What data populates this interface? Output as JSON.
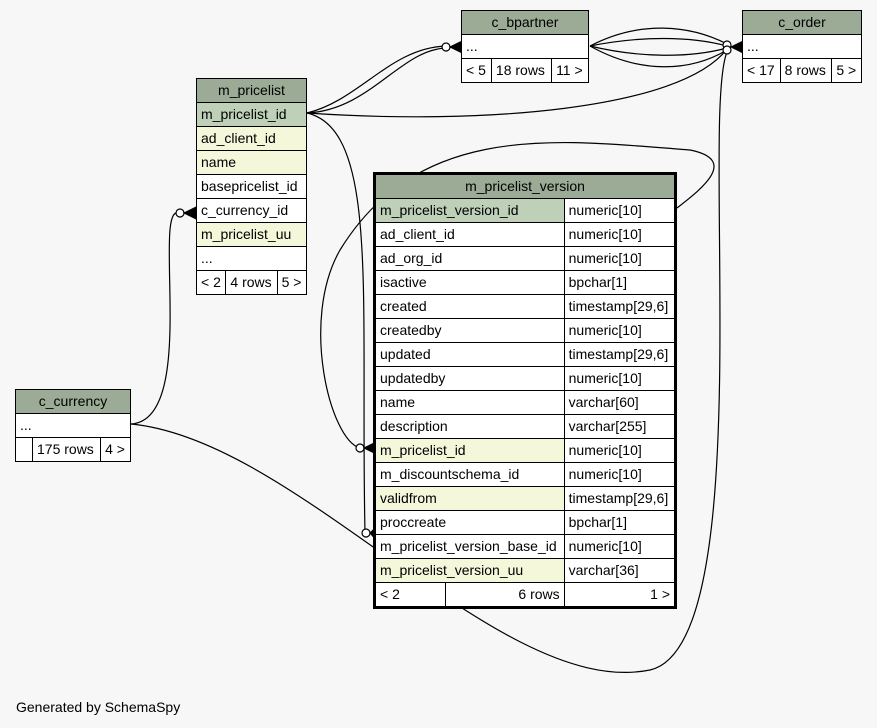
{
  "footer": "Generated by SchemaSpy",
  "c_bpartner": {
    "name": "c_bpartner",
    "ellipsis": "...",
    "parents": "< 5",
    "rows": "18 rows",
    "children": "11 >"
  },
  "c_order": {
    "name": "c_order",
    "ellipsis": "...",
    "parents": "< 17",
    "rows": "8 rows",
    "children": "5 >"
  },
  "m_pricelist": {
    "name": "m_pricelist",
    "cols": [
      "m_pricelist_id",
      "ad_client_id",
      "name",
      "basepricelist_id",
      "c_currency_id",
      "m_pricelist_uu",
      "..."
    ],
    "parents": "< 2",
    "rows": "4 rows",
    "children": "5 >"
  },
  "c_currency": {
    "name": "c_currency",
    "ellipsis": "...",
    "parents": "",
    "rows": "175 rows",
    "children": "4 >"
  },
  "m_pricelist_version": {
    "name": "m_pricelist_version",
    "cols": [
      [
        "m_pricelist_version_id",
        "numeric[10]"
      ],
      [
        "ad_client_id",
        "numeric[10]"
      ],
      [
        "ad_org_id",
        "numeric[10]"
      ],
      [
        "isactive",
        "bpchar[1]"
      ],
      [
        "created",
        "timestamp[29,6]"
      ],
      [
        "createdby",
        "numeric[10]"
      ],
      [
        "updated",
        "timestamp[29,6]"
      ],
      [
        "updatedby",
        "numeric[10]"
      ],
      [
        "name",
        "varchar[60]"
      ],
      [
        "description",
        "varchar[255]"
      ],
      [
        "m_pricelist_id",
        "numeric[10]"
      ],
      [
        "m_discountschema_id",
        "numeric[10]"
      ],
      [
        "validfrom",
        "timestamp[29,6]"
      ],
      [
        "proccreate",
        "bpchar[1]"
      ],
      [
        "m_pricelist_version_base_id",
        "numeric[10]"
      ],
      [
        "m_pricelist_version_uu",
        "varchar[36]"
      ]
    ],
    "parents": "< 2",
    "rows": "6 rows",
    "children": "1 >"
  }
}
